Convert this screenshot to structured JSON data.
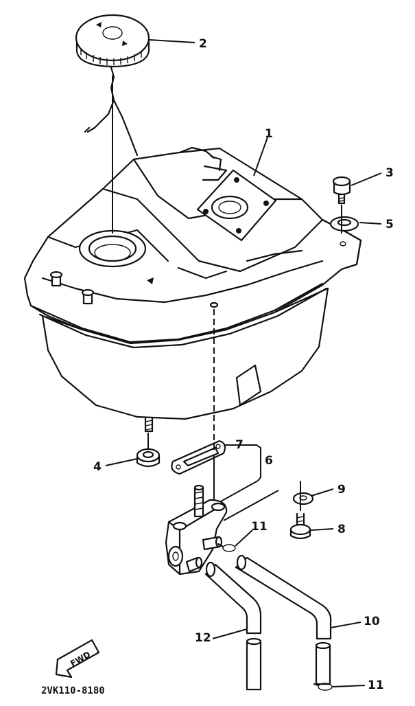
{
  "diagram": {
    "reference_code": "2VK110-8180",
    "fwd_label": "FWD",
    "parts": [
      {
        "key": "p1",
        "number": "1"
      },
      {
        "key": "p2",
        "number": "2"
      },
      {
        "key": "p3",
        "number": "3"
      },
      {
        "key": "p4",
        "number": "4"
      },
      {
        "key": "p5",
        "number": "5"
      },
      {
        "key": "p6",
        "number": "6"
      },
      {
        "key": "p7",
        "number": "7"
      },
      {
        "key": "p8",
        "number": "8"
      },
      {
        "key": "p9",
        "number": "9"
      },
      {
        "key": "p10",
        "number": "10"
      },
      {
        "key": "p11a",
        "number": "11"
      },
      {
        "key": "p11b",
        "number": "11"
      },
      {
        "key": "p12",
        "number": "12"
      }
    ]
  },
  "colors": {
    "ink": "#111111",
    "paper": "#ffffff"
  }
}
